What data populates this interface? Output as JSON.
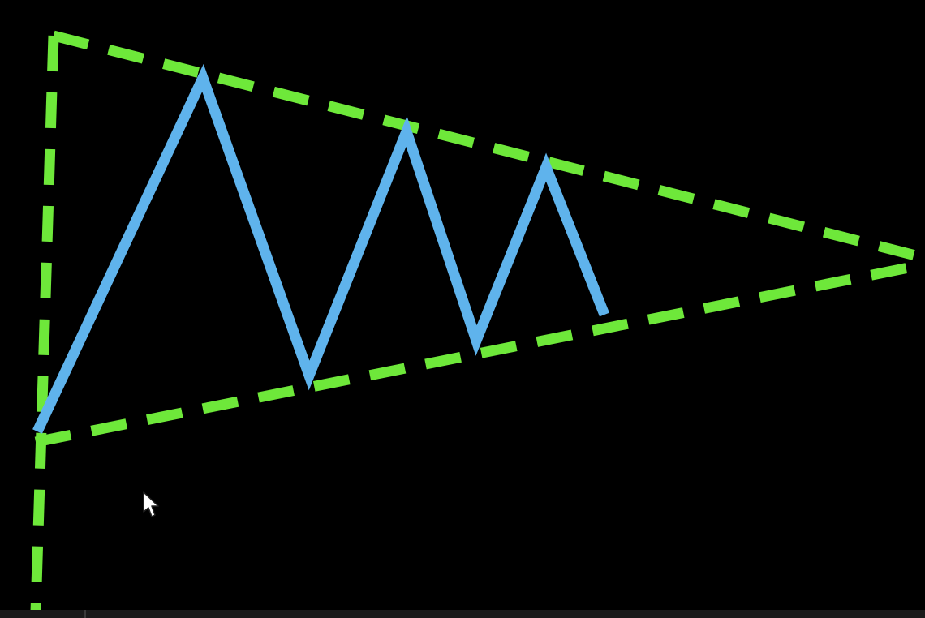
{
  "diagram": {
    "type": "symmetrical-triangle-pattern",
    "colors": {
      "background": "#000000",
      "trendlines": "#6ee83a",
      "price_path": "#5fb3ec",
      "cursor_fill": "#ffffff",
      "cursor_stroke": "#222222",
      "bottom_strip": "#1a1a1a"
    },
    "trendlines_style": "dashed",
    "price_path_style": "solid",
    "swings": [
      "low",
      "high",
      "low",
      "high",
      "low",
      "high",
      "low"
    ]
  },
  "cursor": {
    "icon": "arrow-pointer-icon"
  }
}
